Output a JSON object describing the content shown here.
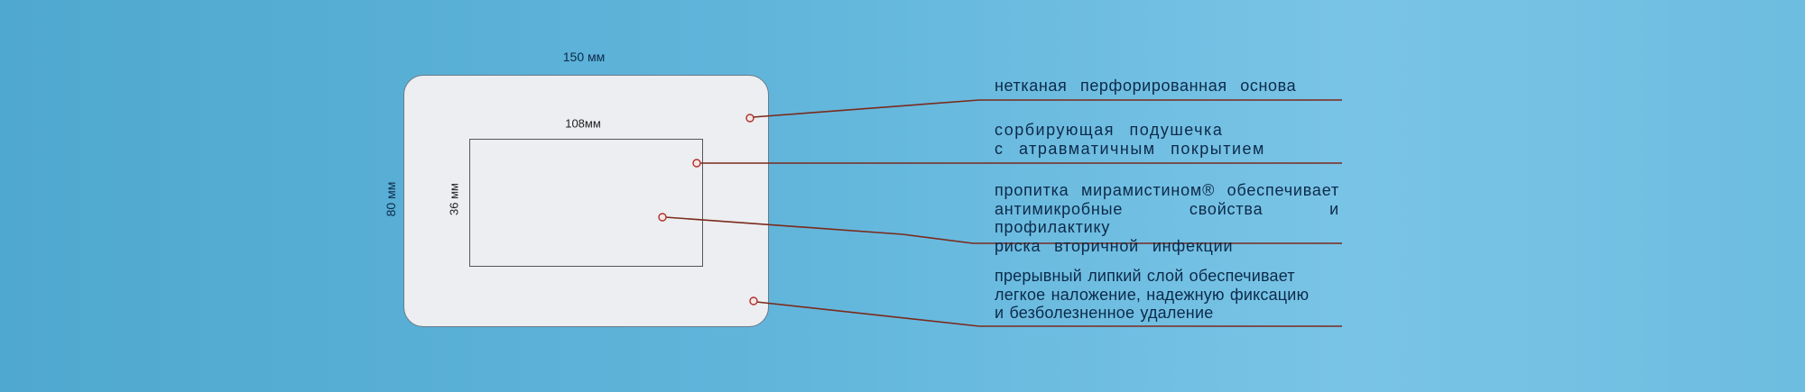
{
  "dimensions": {
    "outer_width": "150 мм",
    "outer_height": "80 мм",
    "pad_width": "108мм",
    "pad_height": "36 мм"
  },
  "labels": [
    {
      "lines": [
        "нетканая перфорированная основа"
      ]
    },
    {
      "lines": [
        "сорбирующая подушечка",
        "с атравматичным покрытием"
      ]
    },
    {
      "lines": [
        "пропитка мирамистином® обеспечивает",
        "антимикробные свойства и профилактику",
        "риска вторичной инфекции"
      ]
    },
    {
      "lines": [
        "прерывный липкий слой обеспечивает",
        "легкое наложение, надежную фиксацию",
        "и безболезненное удаление"
      ]
    }
  ],
  "colors": {
    "background": "#5fb4da",
    "text": "#0d2a4a",
    "leader": "#8a2a1a"
  }
}
